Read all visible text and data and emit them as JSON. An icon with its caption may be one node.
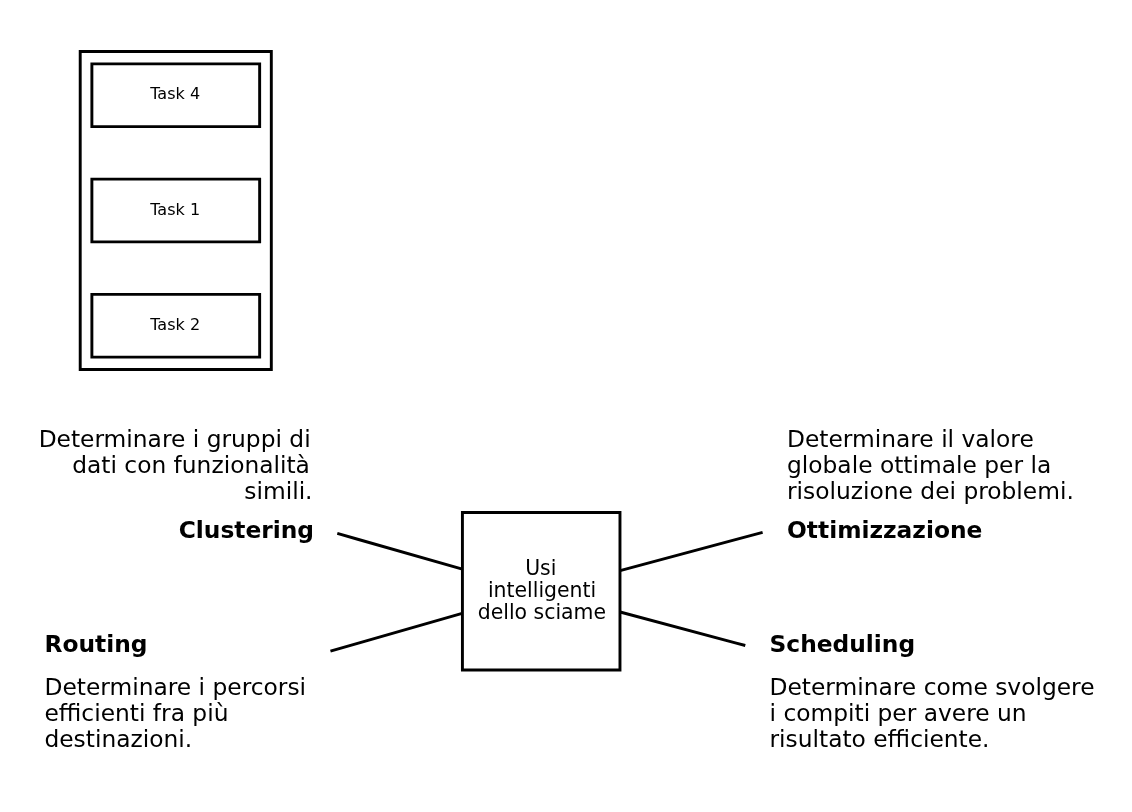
{
  "diagram": {
    "nodes": [
      {
        "text": [
          "Determinare i gruppi di dati con funzionalità simili.",
          "Clustering"
        ]
      },
      {
        "text": [
          "Determinare il valore globale ottimale per la risoluzione dei problemi.",
          "Ottimizzazione"
        ]
      },
      {
        "text": [
          "Usi intelligenti dello sciame"
        ]
      },
      {
        "text": [
          "Routing",
          "Determinare i percorsi efficienti fra più destinazioni."
        ]
      },
      {
        "text": [],
        "shape": "box"
      },
      {
        "text": [
          "Task 4"
        ],
        "in": 4
      },
      {
        "text": [
          "Task 1"
        ],
        "in": 4
      },
      {
        "text": [
          "Task 2"
        ],
        "in": 4
      },
      {
        "text": [
          "Scheduling",
          "Determinare come svolgere i compiti per avere un risultato efficiente."
        ]
      }
    ],
    "edges": [
      {
        "from": 0,
        "to": 2,
        "arrow": "none"
      },
      {
        "from": 2,
        "to": 1,
        "arrow": "none"
      },
      {
        "from": 3,
        "to": 2,
        "arrow": "none"
      },
      {
        "from": 2,
        "to": 8,
        "arrow": "none"
      }
    ]
  }
}
